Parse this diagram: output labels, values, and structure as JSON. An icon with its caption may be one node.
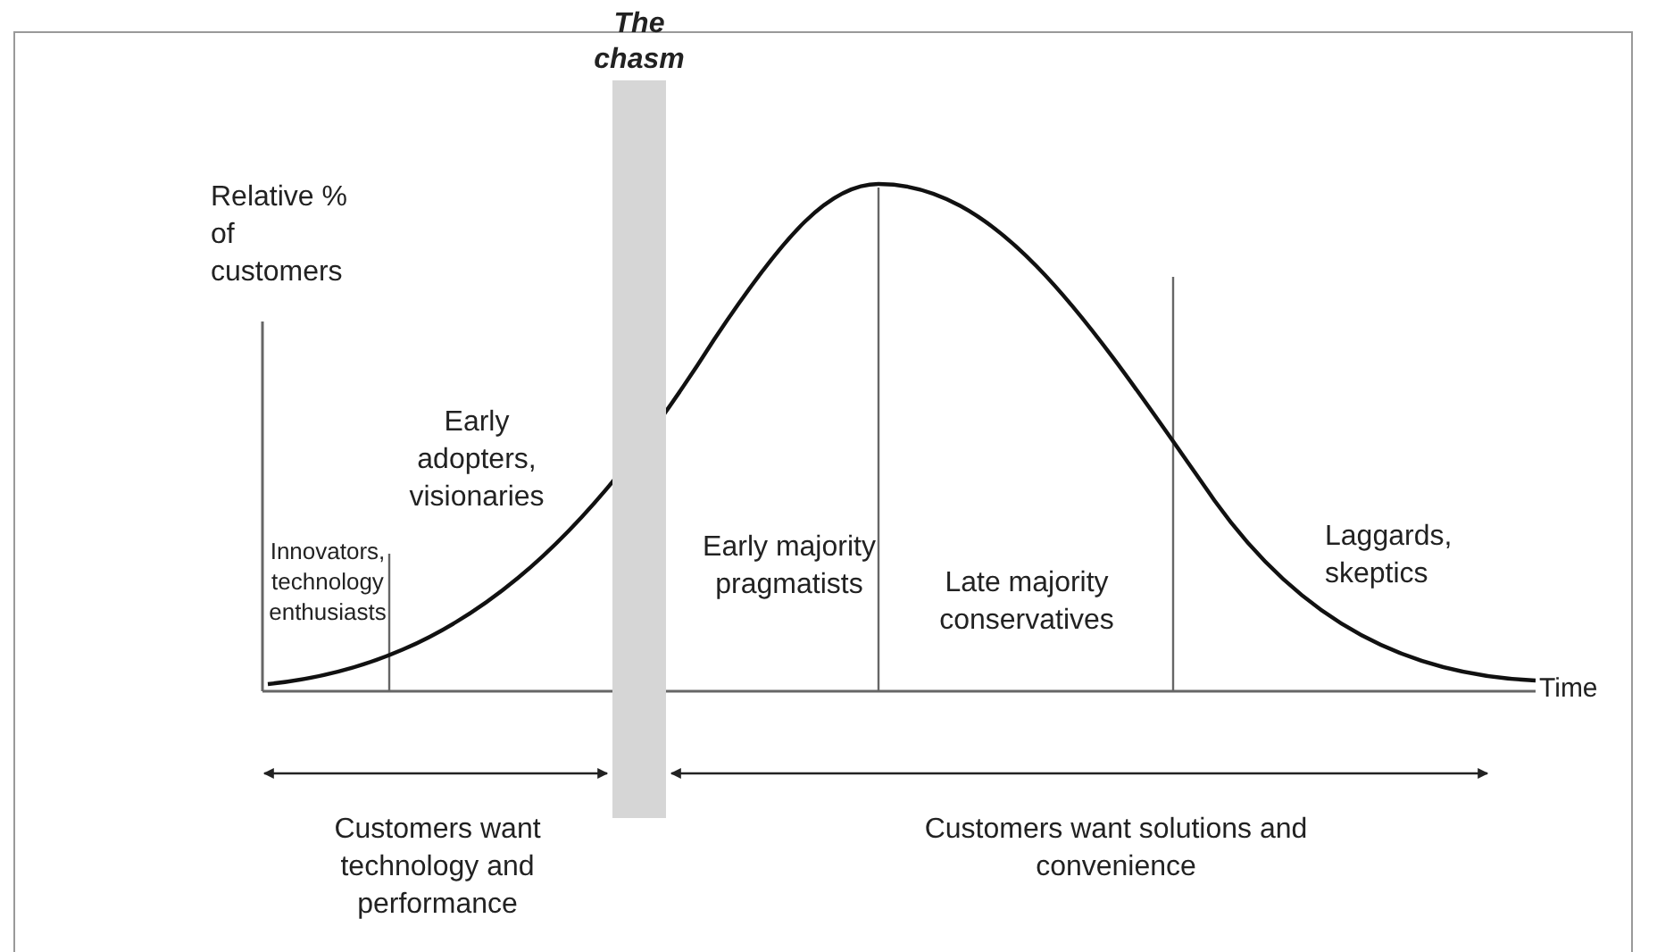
{
  "diagram": {
    "nodes": [
      {
        "text": [
          "The chasm"
        ]
      }
    ],
    "labels": [
      "Relative % of customers",
      "Early adopters, visionaries",
      "Innovators, technology enthusiasts",
      "Early majority pragmatists",
      "Late majority conservatives",
      "Laggards, skeptics",
      "Time",
      "Customers want technology and performance",
      "Customers want solutions and convenience"
    ]
  }
}
